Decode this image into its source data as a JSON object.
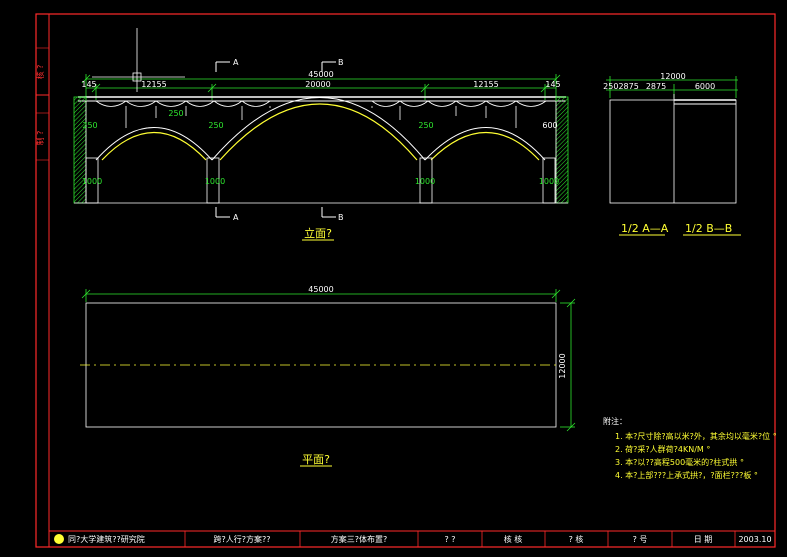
{
  "elevation": {
    "dims": {
      "total": "45000",
      "left": "12155",
      "middle": "20000",
      "right": "12155",
      "end_left": "145",
      "end_right": "145"
    },
    "cut_a": "A",
    "cut_b": "B",
    "pier_labels": [
      "1000",
      "1000",
      "1000",
      "1000"
    ],
    "arch_labels": [
      "250",
      "250",
      "250",
      "250"
    ],
    "side_label": "600",
    "title": "立面?"
  },
  "section": {
    "dims": {
      "total": "12000",
      "a": "2502875",
      "b": "2875",
      "c": "6000"
    },
    "label_a": "1/2  A—A",
    "label_b": "1/2  B—B"
  },
  "plan": {
    "length": "45000",
    "width": "12000",
    "title": "平面?"
  },
  "notes": {
    "heading": "附注：",
    "items": [
      "1.  本?尺寸除?高以米?外，其余均以毫米?位 °",
      "2.    荷?采?人群荷?4KN/M  °",
      "3.    本?以??高程500毫米的?柱式拱 °",
      "4.    本?上部???上承式拱?，?面栏???板 °"
    ]
  },
  "left_strip": {
    "top": "核 ?",
    "bottom": "制 ?"
  },
  "title_block": {
    "org": "同?大学建筑??研究院",
    "project": "跨?人行?方案??",
    "drawing": "方案三?体布置?",
    "c4": "? ?",
    "c5": "核  核",
    "c6": "?  核",
    "c7": "?  号",
    "c8": "日  期",
    "date": "2003.10"
  },
  "colors": {
    "frame": "#ff2a2a",
    "line": "#ffffff",
    "dimension": "#2ee62e",
    "arch": "#ffff33",
    "axis": "#ffff33"
  }
}
